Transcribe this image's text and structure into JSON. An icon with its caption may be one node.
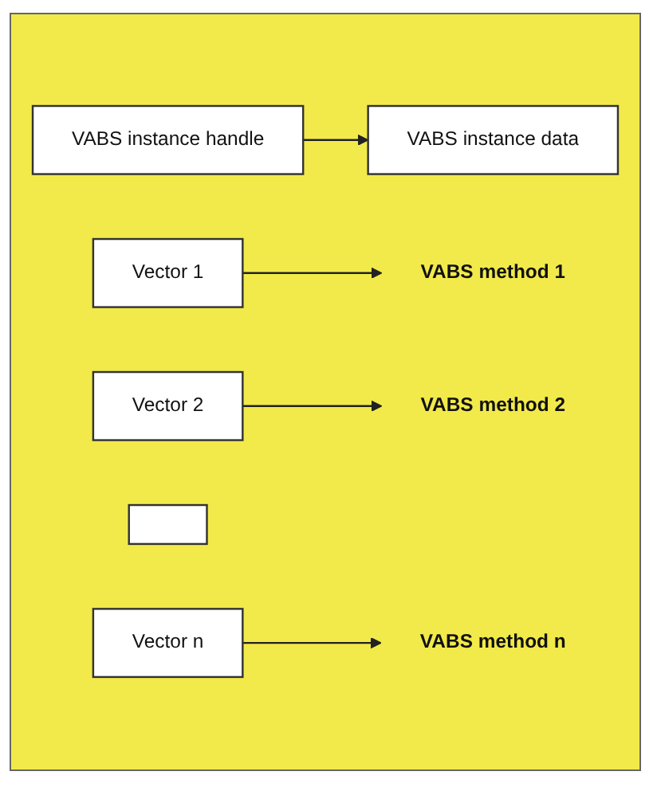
{
  "diagram": {
    "nodes": [
      {
        "text": [
          "VABS instance handle"
        ]
      },
      {
        "text": [
          "VABS instance data"
        ]
      },
      {
        "text": [
          "Vector 1"
        ]
      },
      {
        "text": [
          "Vector 2"
        ]
      },
      {
        "text": [],
        "shape": "box"
      },
      {
        "text": [
          "Vector n"
        ]
      },
      {
        "text": [
          "VABS method 1"
        ]
      },
      {
        "text": [
          "VABS method 2"
        ]
      },
      {
        "text": [
          "VABS method n"
        ]
      }
    ],
    "edges": [
      {
        "from": 0,
        "to": 1,
        "arrow": "to"
      },
      {
        "from": 2,
        "to": 6,
        "arrow": "to"
      },
      {
        "from": 3,
        "to": 7,
        "arrow": "to"
      },
      {
        "from": 5,
        "to": 8,
        "arrow": "to"
      }
    ]
  }
}
